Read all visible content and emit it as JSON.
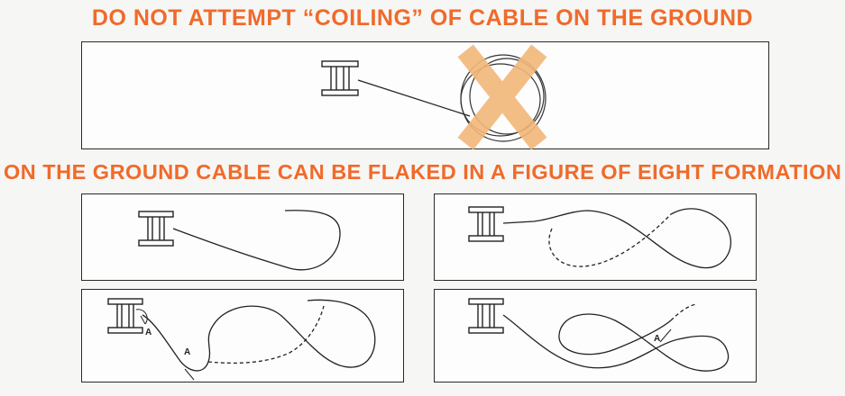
{
  "headings": {
    "top": "DO NOT ATTEMPT “COILING” OF CABLE ON THE GROUND",
    "bottom": "ON THE GROUND CABLE CAN BE FLAKED IN A FIGURE OF EIGHT FORMATION"
  },
  "labels": {
    "bend_a": "A"
  },
  "colors": {
    "heading": "#f06a2a",
    "cross": "#f2b87a",
    "line": "#222222"
  }
}
